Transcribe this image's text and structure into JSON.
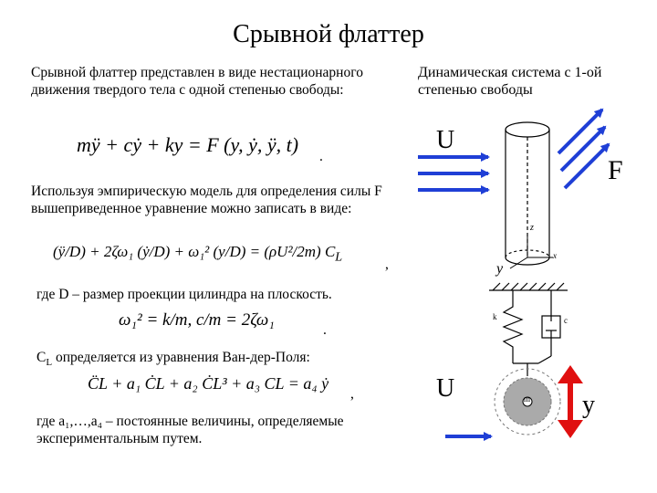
{
  "slide": {
    "title": "Срывной флаттер",
    "left": {
      "intro": "Срывной флаттер представлен в виде нестационарного движения твердого тела с одной степенью свободы:",
      "eq1": "mÿ + cẏ + ky = F (y, ẏ, ÿ, t)",
      "eq1_end": ".",
      "model_text": "Используя эмпирическую модель для определения силы F вышеприведенное уравнение можно записать в виде:",
      "eq2": "(ÿ/D) + 2ζω₁ (ẏ/D) + ω₁² (y/D) = (ρU²/2m) C",
      "eq2_sub": "L",
      "eq2_end": ",",
      "d_text": "где D – размер проекции цилиндра на плоскость.",
      "eq3": "ω₁² = k/m,  c/m = 2ζω₁",
      "eq3_end": ".",
      "cl_text": "C",
      "cl_sub": "L",
      "cl_rest": " определяется из уравнения Ван-дер-Поля:",
      "eq4": "C̈L + a₁ ĊL + a₂ ĊL³ + a₃ CL = a₄ ẏ",
      "eq4_end": ",",
      "consts_text": "где a₁,…,a₄ – постоянные величины, определяемые экспериментальным путем."
    },
    "right": {
      "caption": "Динамическая система с 1-ой степенью свободы",
      "label_u_top": "U",
      "label_f": "F",
      "label_u_bottom": "U",
      "label_y": "y",
      "axis_z": "z",
      "axis_y": "y",
      "axis_x": "x",
      "spring_k": "k",
      "damper_c": "c",
      "mass_m": "m"
    },
    "colors": {
      "arrow_blue": "#1f3fd6",
      "arrow_red": "#e01010",
      "mass_gray": "#aaaaaa"
    }
  }
}
